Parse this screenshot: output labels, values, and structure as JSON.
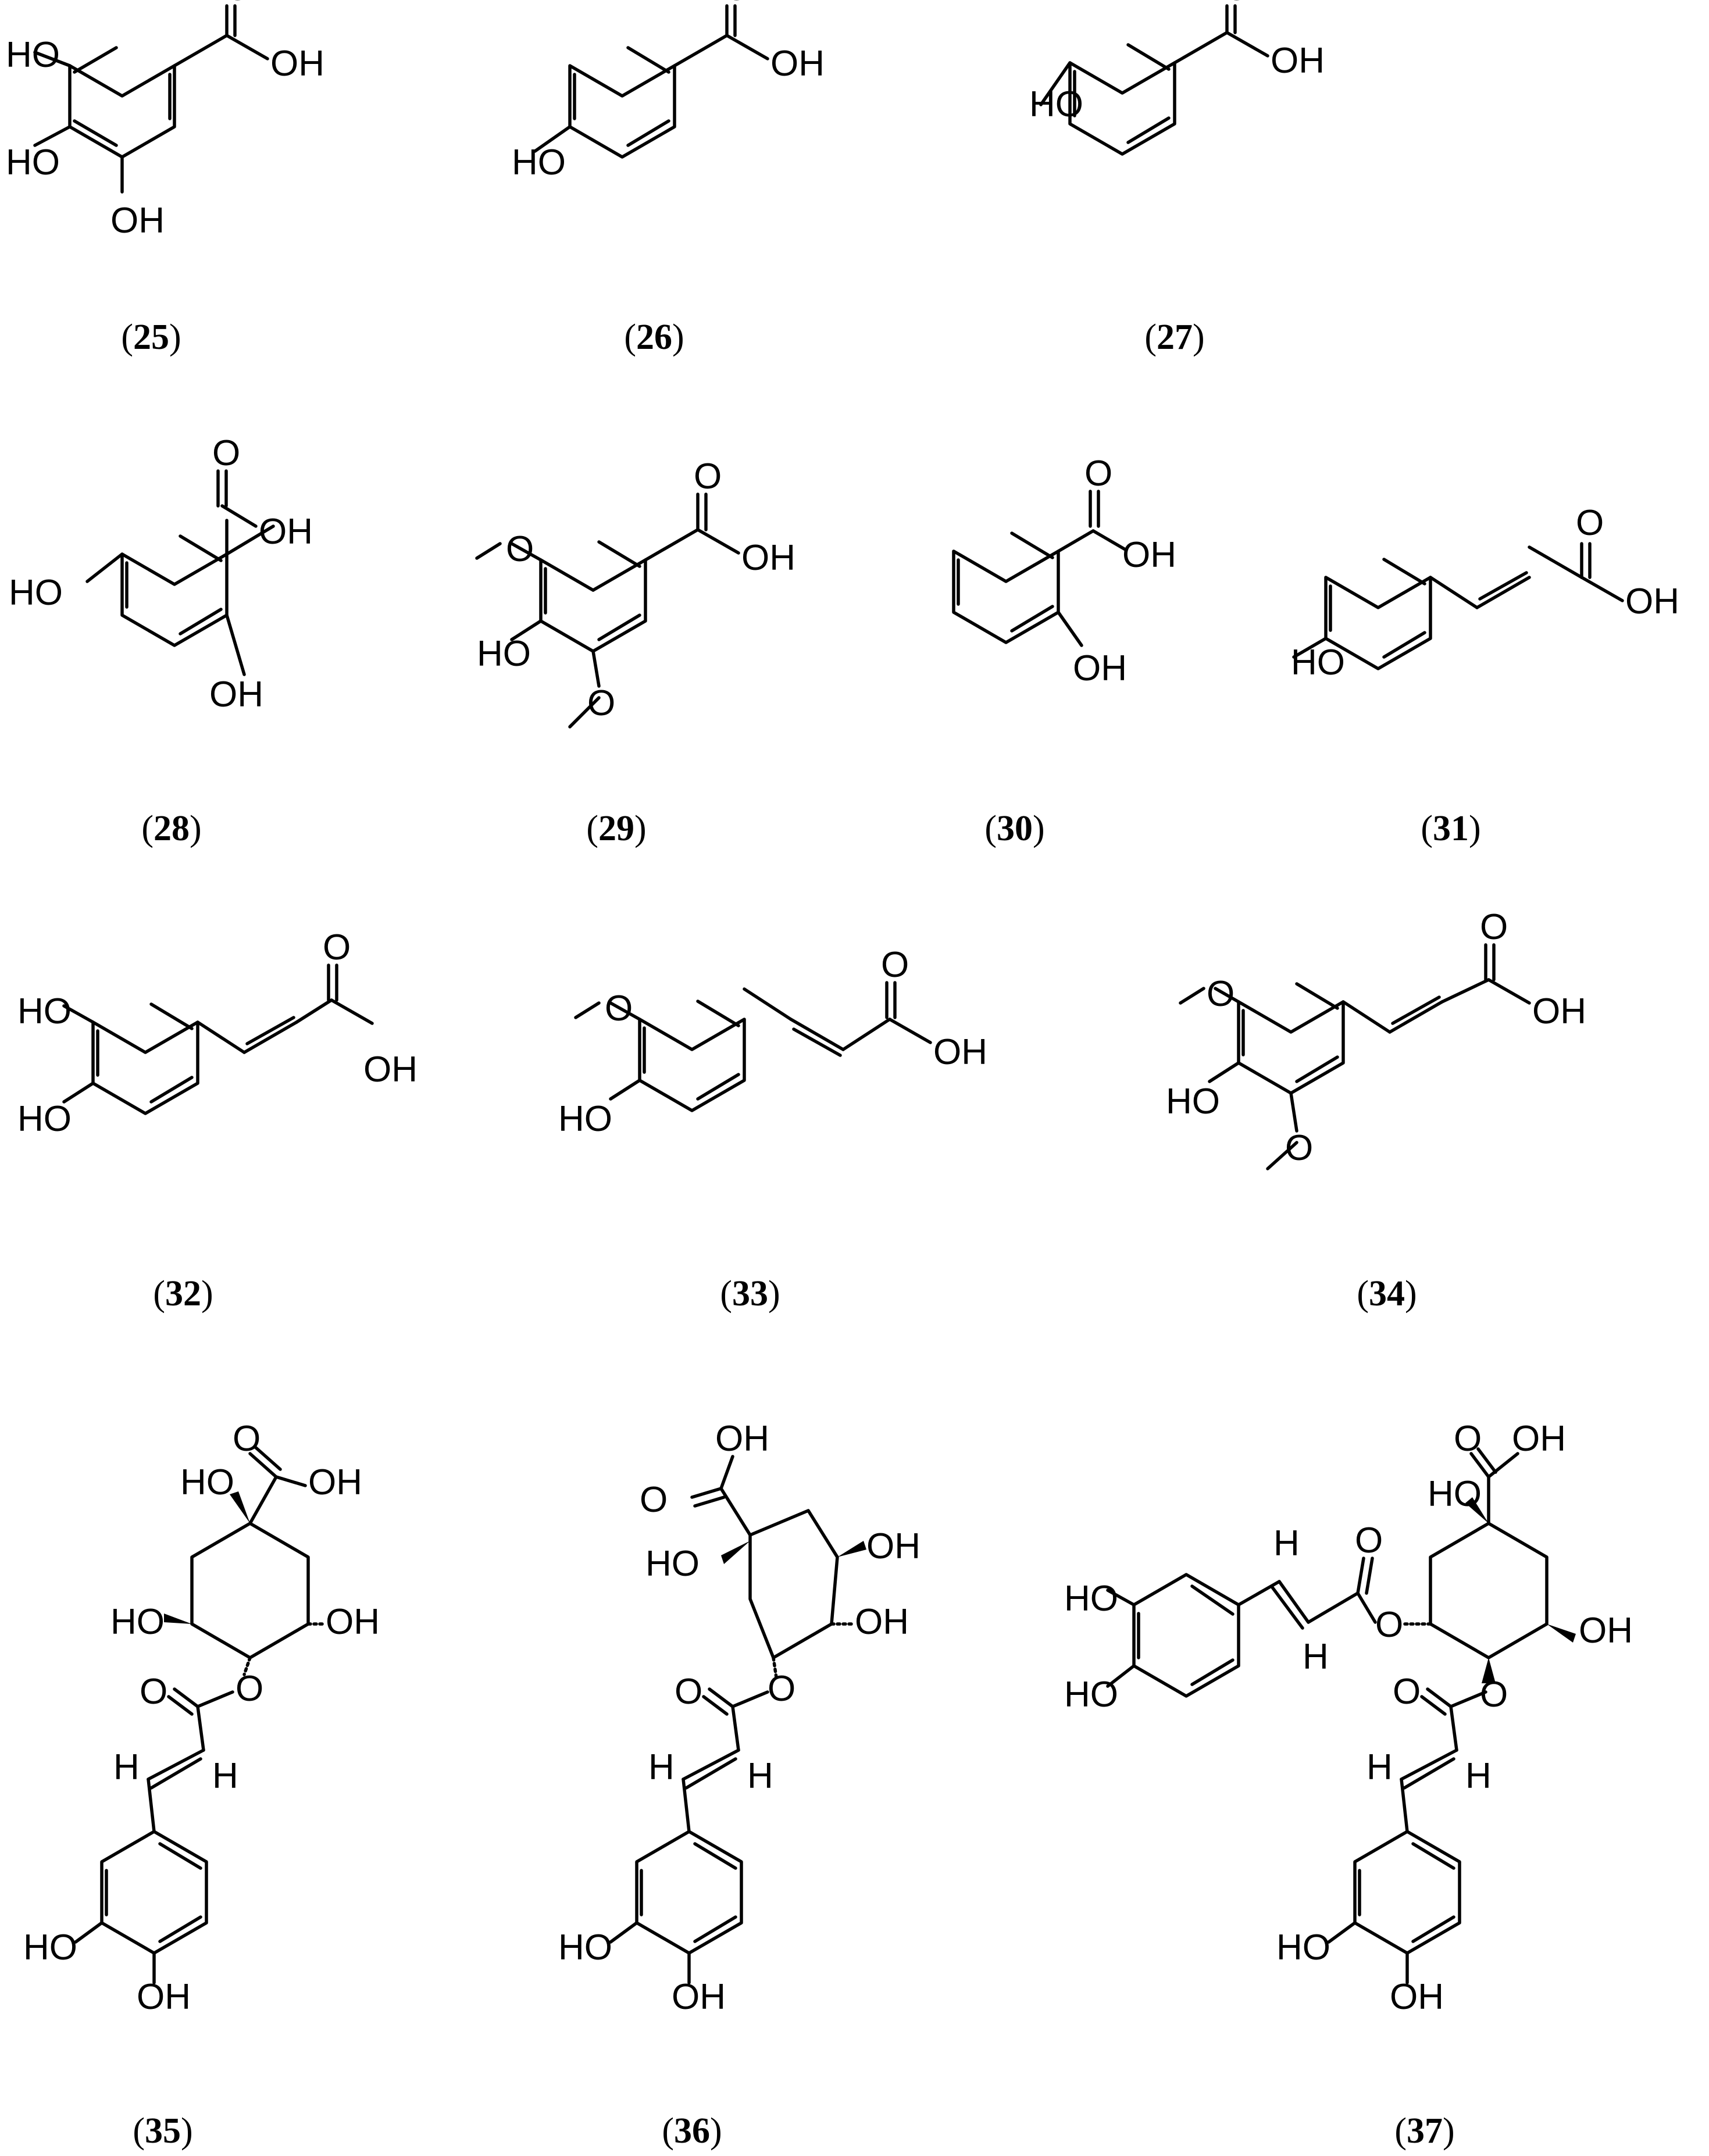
{
  "compounds": [
    {
      "id": "25",
      "label_prefix": "(",
      "label_number": "25",
      "label_suffix": ")"
    },
    {
      "id": "26",
      "label_prefix": "(",
      "label_number": "26",
      "label_suffix": ")"
    },
    {
      "id": "27",
      "label_prefix": "(",
      "label_number": "27",
      "label_suffix": ")"
    },
    {
      "id": "28",
      "label_prefix": "(",
      "label_number": "28",
      "label_suffix": ")"
    },
    {
      "id": "29",
      "label_prefix": "(",
      "label_number": "29",
      "label_suffix": ")"
    },
    {
      "id": "30",
      "label_prefix": "(",
      "label_number": "30",
      "label_suffix": ")"
    },
    {
      "id": "31",
      "label_prefix": "(",
      "label_number": "31",
      "label_suffix": ")"
    },
    {
      "id": "32",
      "label_prefix": "(",
      "label_number": "32",
      "label_suffix": ")"
    },
    {
      "id": "33",
      "label_prefix": "(",
      "label_number": "33",
      "label_suffix": ")"
    },
    {
      "id": "34",
      "label_prefix": "(",
      "label_number": "34",
      "label_suffix": ")"
    },
    {
      "id": "35",
      "label_prefix": "(",
      "label_number": "35",
      "label_suffix": ")"
    },
    {
      "id": "36",
      "label_prefix": "(",
      "label_number": "36",
      "label_suffix": ")"
    },
    {
      "id": "37",
      "label_prefix": "(",
      "label_number": "37",
      "label_suffix": ")"
    }
  ],
  "atoms": {
    "hydroxyl": "OH",
    "hydroxyl_left": "HO",
    "oxygen": "O",
    "hydrogen": "H"
  }
}
